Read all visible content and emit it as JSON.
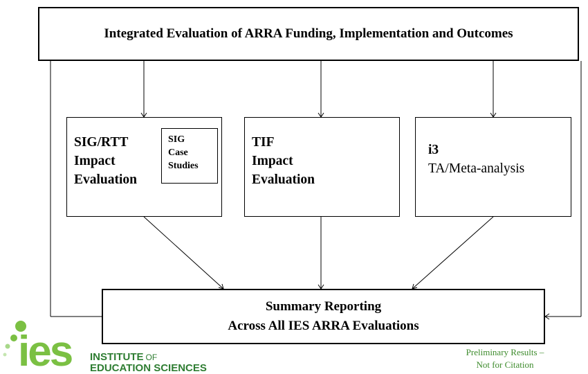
{
  "top": {
    "title": "Integrated Evaluation of ARRA Funding, Implementation and Outcomes"
  },
  "boxes": {
    "sig": {
      "line1": "SIG/RTT",
      "line2": "Impact",
      "line3": "Evaluation",
      "inner": {
        "line1": "SIG",
        "line2": "Case",
        "line3": "Studies"
      }
    },
    "tif": {
      "line1": "TIF",
      "line2": "Impact",
      "line3": "Evaluation"
    },
    "i3": {
      "line1": "i3",
      "line2": "TA/Meta-analysis"
    }
  },
  "summary": {
    "line1": "Summary Reporting",
    "line2": "Across All IES ARRA Evaluations"
  },
  "logo": {
    "wordmark": "ies",
    "line1": "INSTITUTE",
    "line1_suffix": "OF",
    "line2": "EDUCATION SCIENCES"
  },
  "footer": {
    "line1": "Preliminary Results –",
    "line2": "Not for Citation"
  },
  "colors": {
    "logo_green": "#7bc043",
    "logo_dark": "#2e7d32",
    "footer_green": "#3d8b2c"
  }
}
